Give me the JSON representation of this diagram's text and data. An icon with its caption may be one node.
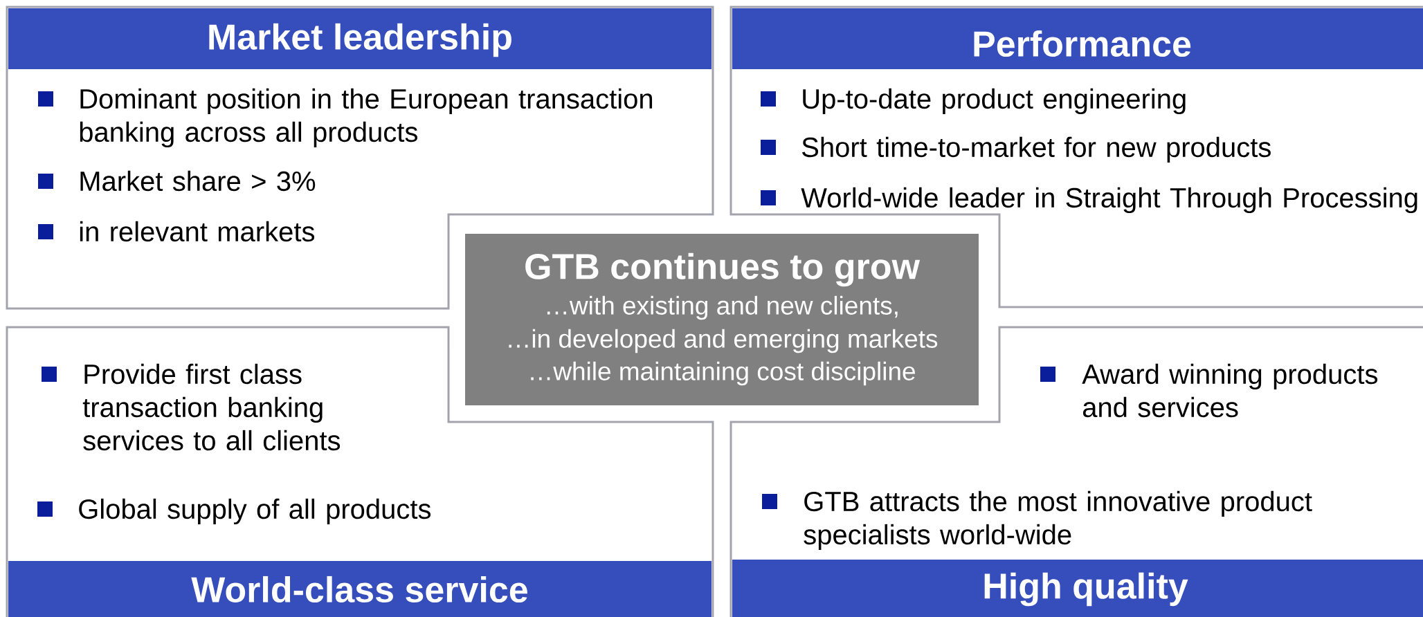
{
  "diagram": {
    "nodes": [
      {
        "text": [
          "Market leadership",
          "Dominant position in the European transaction banking across all products",
          "Market share > 3%",
          "in relevant markets"
        ]
      },
      {
        "text": [
          "Performance",
          "Up-to-date product engineering",
          "Short time-to-market for new products",
          "World-wide leader in Straight Through Processing"
        ]
      },
      {
        "text": [
          "GTB continues to grow",
          "…with existing and new clients,",
          "…in developed and emerging markets",
          "…while maintaining cost discipline"
        ]
      },
      {
        "text": [
          "Provide first class transaction banking services to all clients",
          "Global supply of all products",
          "World-class service"
        ]
      },
      {
        "text": [
          "Award winning products and services",
          "GTB attracts the most innovative product specialists world-wide",
          "High quality"
        ]
      }
    ]
  }
}
